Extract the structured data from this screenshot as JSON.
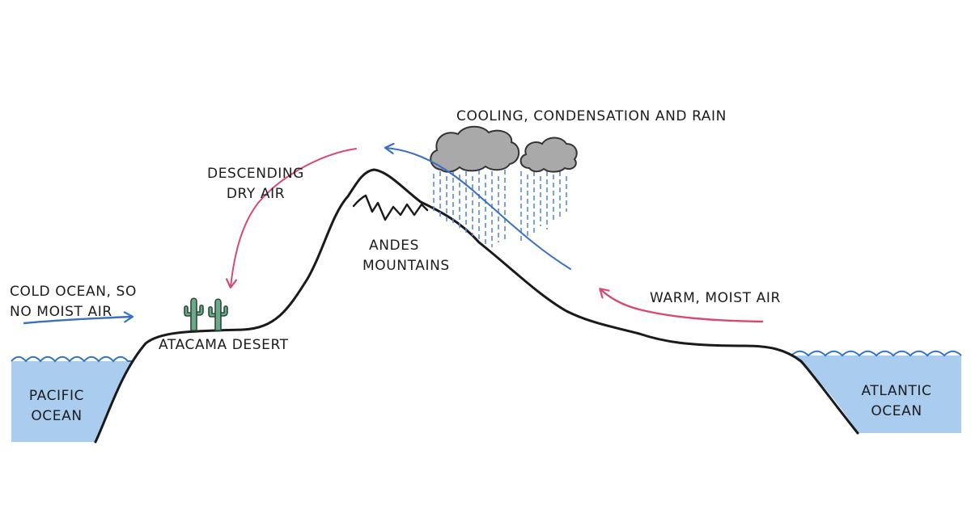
{
  "colors": {
    "ocean_fill": "#a9ccef",
    "ocean_wave": "#2f73c9",
    "terrain": "#1a1a1a",
    "blue_arrow": "#3a6fc2",
    "red_arrow": "#d64a72",
    "cloud_fill": "#a9a9a9",
    "rain": "#5b8bd0",
    "cactus": "#6aaa88"
  },
  "icons": [
    "cactus-icon",
    "cloud-icon",
    "snow-cap-icon",
    "arrow-icon"
  ],
  "labels": {
    "cooling": "COOLING, CONDENSATION AND RAIN",
    "descending_1": "DESCENDING",
    "descending_2": "DRY AIR",
    "andes_1": "ANDES",
    "andes_2": "MOUNTAINS",
    "cold_ocean_1": "COLD OCEAN, SO",
    "cold_ocean_2": "NO MOIST AIR",
    "warm_air": "WARM, MOIST AIR",
    "atacama": "ATACAMA DESERT",
    "pacific_1": "PACIFIC",
    "pacific_2": "OCEAN",
    "atlantic_1": "ATLANTIC",
    "atlantic_2": "OCEAN"
  }
}
